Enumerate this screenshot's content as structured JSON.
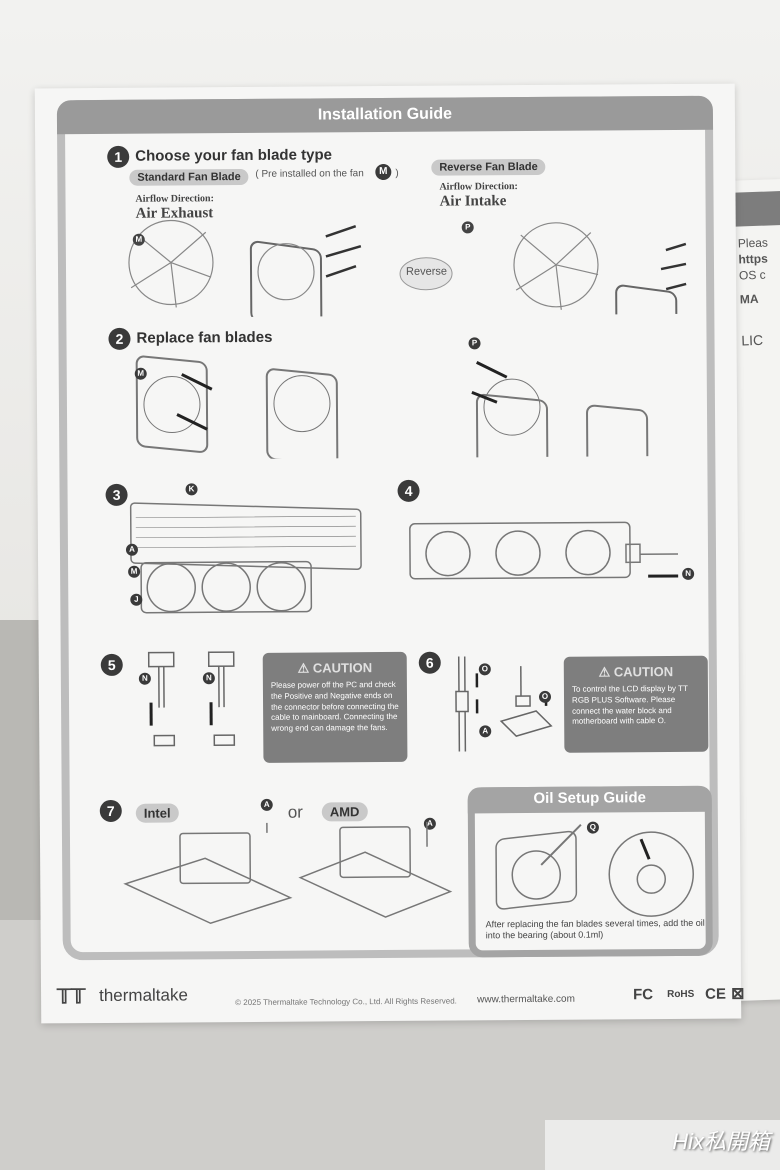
{
  "guide": {
    "title": "Installation Guide",
    "step1": {
      "number": "1",
      "heading": "Choose your fan blade type",
      "standard": {
        "label": "Standard Fan Blade",
        "note": "( Pre installed on the fan",
        "note_badge": "M",
        "note_end": ")",
        "airflow_label": "Airflow Direction:",
        "airflow_value": "Air Exhaust",
        "blade_mark": "M"
      },
      "reverse": {
        "label": "Reverse Fan Blade",
        "airflow_label": "Airflow Direction:",
        "airflow_value": "Air Intake",
        "sticker": "Reverse",
        "blade_mark": "P"
      }
    },
    "step2": {
      "number": "2",
      "heading": "Replace fan blades",
      "mark_m": "M",
      "mark_p": "P"
    },
    "step3": {
      "number": "3",
      "marks": [
        "K",
        "A",
        "M",
        "J"
      ]
    },
    "step4": {
      "number": "4",
      "mark": "N"
    },
    "step5": {
      "number": "5",
      "marks": [
        "N",
        "N"
      ],
      "caution_title": "CAUTION",
      "caution_body": "Please power off the PC and check the Positive and Negative ends on the connector before connecting the cable to mainboard. Connecting the wrong end can damage the fans."
    },
    "step6": {
      "number": "6",
      "marks": [
        "O",
        "A",
        "O"
      ],
      "caution_title": "CAUTION",
      "caution_body": "To control the LCD display by TT RGB PLUS Software. Please connect the water block and motherboard with cable O."
    },
    "step7": {
      "number": "7",
      "intel": "Intel",
      "or": "or",
      "amd": "AMD",
      "marks": [
        "A",
        "A"
      ]
    },
    "oil": {
      "title": "Oil Setup Guide",
      "mark": "Q",
      "body": "After replacing the fan blades several times, add the oil into the bearing (about 0.1ml)"
    },
    "footer": {
      "brand": "thermaltake",
      "copyright": "© 2025 Thermaltake Technology Co., Ltd. All Rights Reserved.",
      "website": "www.thermaltake.com",
      "certs": [
        "FC",
        "RoHS",
        "CE"
      ]
    }
  },
  "side_sheet": {
    "lines": [
      "Pleas",
      "https",
      "OS c",
      "MA",
      "LIC"
    ]
  },
  "watermark": "Hix私開箱"
}
